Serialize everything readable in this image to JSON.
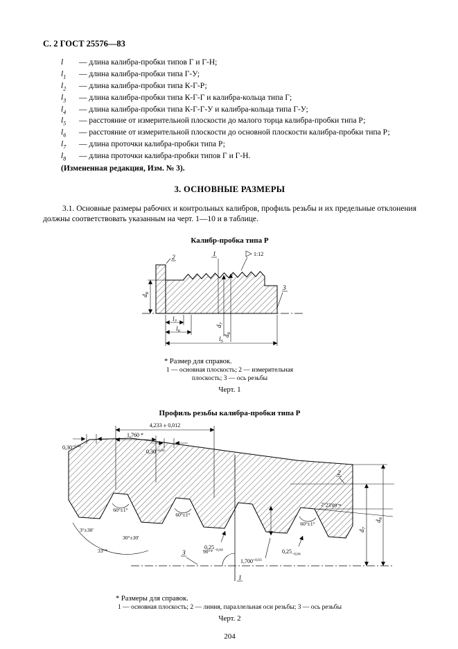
{
  "header": {
    "title": "С. 2 ГОСТ 25576—83"
  },
  "defs": {
    "items": [
      {
        "sym": "l",
        "sub": "",
        "text": "— длина калибра-пробки типов Г и Г-Н;"
      },
      {
        "sym": "l",
        "sub": "1",
        "text": "— длина калибра-пробки типа Г-У;"
      },
      {
        "sym": "l",
        "sub": "2",
        "text": "— длина калибра-пробки типа К-Г-Р;"
      },
      {
        "sym": "l",
        "sub": "3",
        "text": "— длина калибра-пробки типа К-Г-Г и калибра-кольца типа Г;"
      },
      {
        "sym": "l",
        "sub": "4",
        "text": "— длина калибра-пробки типа К-Г-Г-У и калибра-кольца типа Г-У;"
      },
      {
        "sym": "l",
        "sub": "5",
        "text": "— расстояние от измерительной плоскости до малого торца калибра-пробки типа Р;"
      },
      {
        "sym": "l",
        "sub": "6",
        "text": "— расстояние от измерительной плоскости до основной плоскости калибра-пробки типа Р;"
      },
      {
        "sym": "l",
        "sub": "7",
        "text": "— длина проточки калибра-пробки типа Р;"
      },
      {
        "sym": "l",
        "sub": "8",
        "text": "— длина проточки калибра-пробки типов Г и Г-Н."
      }
    ],
    "amendment": "(Измененная редакция, Изм. № 3)."
  },
  "section": {
    "title": "3. ОСНОВНЫЕ РАЗМЕРЫ",
    "para": "3.1. Основные размеры рабочих и контрольных калибров, профиль резьбы и их предельные отклонения должны соответствовать указанным на черт. 1—10 и в таблице."
  },
  "fig1": {
    "title": "Калибр-пробка типа Р",
    "taper_flag": "1:12",
    "callouts": {
      "c1": "1",
      "c2": "2",
      "c3": "3"
    },
    "dims": {
      "d8": {
        "b": "d",
        "s": "8"
      },
      "l7": {
        "b": "l",
        "s": "7"
      },
      "l6": {
        "b": "l",
        "s": "6"
      },
      "d7": {
        "b": "d",
        "s": "7"
      },
      "d6": {
        "b": "d",
        "s": "6"
      },
      "l5": {
        "b": "l",
        "s": "5"
      }
    },
    "note": "* Размер для справок.",
    "legend_line1": "1 — основная  плоскость;   2 — измерительная",
    "legend_line2": "плоскость; 3 — ось резьбы",
    "caption": "Черт. 1"
  },
  "fig2": {
    "title": "Профиль резьбы калибра-пробки типа Р",
    "dims": {
      "pitch": "4,233 ± 0,012",
      "ref176": "1,760 *",
      "flat1": {
        "v": "0,30",
        "t": "+0,04"
      },
      "flat2": {
        "v": "0,30",
        "t": "+0,04"
      },
      "angle60_1": "60°±1°",
      "angle60_2": "60°±1°",
      "angle60_3": "60°±1°",
      "angle3": "3°±30'",
      "angle30": "30°±30'",
      "angle33": "33°*",
      "angle90": "90°*",
      "taper_angle": "2°23'09''*",
      "r1": {
        "v": "0,25",
        "t": "−0,04"
      },
      "r2": {
        "v": "0,25",
        "t": "−0,04"
      },
      "h17": {
        "v": "1,700",
        "t": "+0,03"
      },
      "d7": {
        "b": "d",
        "s": "7"
      },
      "d6": {
        "b": "d",
        "s": "6"
      }
    },
    "callouts": {
      "c1": "1",
      "c2": "2",
      "c3": "3"
    },
    "note": "* Размеры для справок.",
    "legend": "1 — основная плоскость; 2 — линия, параллельная оси резьбы; 3 — ось резьбы",
    "caption": "Черт. 2"
  },
  "footer": {
    "page_number": "204"
  }
}
